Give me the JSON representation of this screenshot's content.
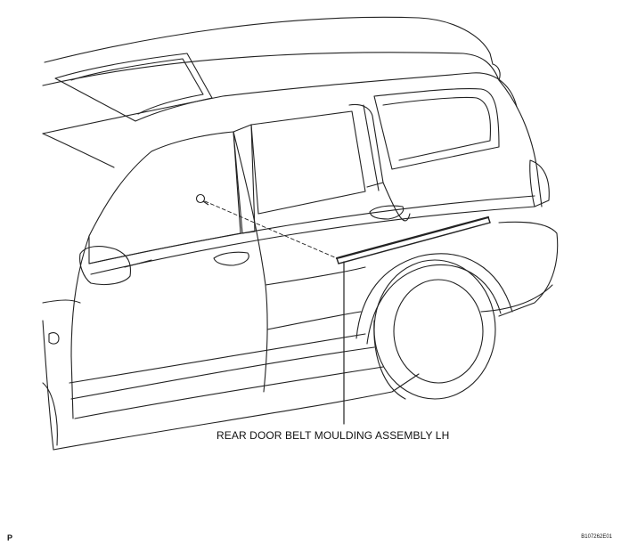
{
  "figure": {
    "label": "REAR DOOR BELT MOULDING ASSEMBLY LH",
    "corner_mark": "P",
    "code": "B107262E01"
  },
  "colors": {
    "line": "#222222",
    "background": "#ffffff"
  },
  "icons": {
    "vehicle": "suv-side-view-line-art",
    "clip": "retaining-clip-icon"
  }
}
